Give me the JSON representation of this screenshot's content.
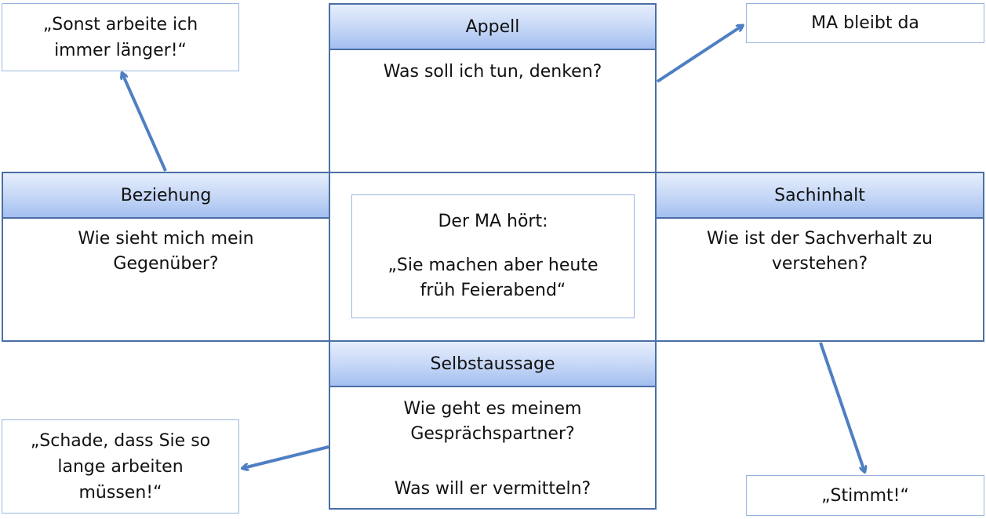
{
  "appell": {
    "header": "Appell",
    "question": "Was soll ich tun, denken?"
  },
  "beziehung": {
    "header": "Beziehung",
    "question_line1": "Wie sieht mich mein",
    "question_line2": "Gegenüber?"
  },
  "sachinhalt": {
    "header": "Sachinhalt",
    "question_line1": "Wie ist der Sachverhalt zu",
    "question_line2": "verstehen?"
  },
  "selbstaussage": {
    "header": "Selbstaussage",
    "question_line1": "Wie geht es meinem",
    "question_line2": "Gesprächspartner?",
    "question_line3": "Was will er vermitteln?"
  },
  "center": {
    "line1": "Der MA hört:",
    "line2": "„Sie machen aber heute",
    "line3": "früh Feierabend“"
  },
  "notes": {
    "top_left_line1": "„Sonst arbeite ich",
    "top_left_line2": "immer länger!“",
    "top_right": "MA bleibt da",
    "bottom_left_line1": "„Schade, dass Sie so",
    "bottom_left_line2": "lange arbeiten",
    "bottom_left_line3": "müssen!“",
    "bottom_right": "„Stimmt!“"
  },
  "colors": {
    "arrow": "#4f7fc3",
    "box_border": "#4a6fa5",
    "note_border": "#9ab6df",
    "header_fill": "#b8cdf3"
  }
}
